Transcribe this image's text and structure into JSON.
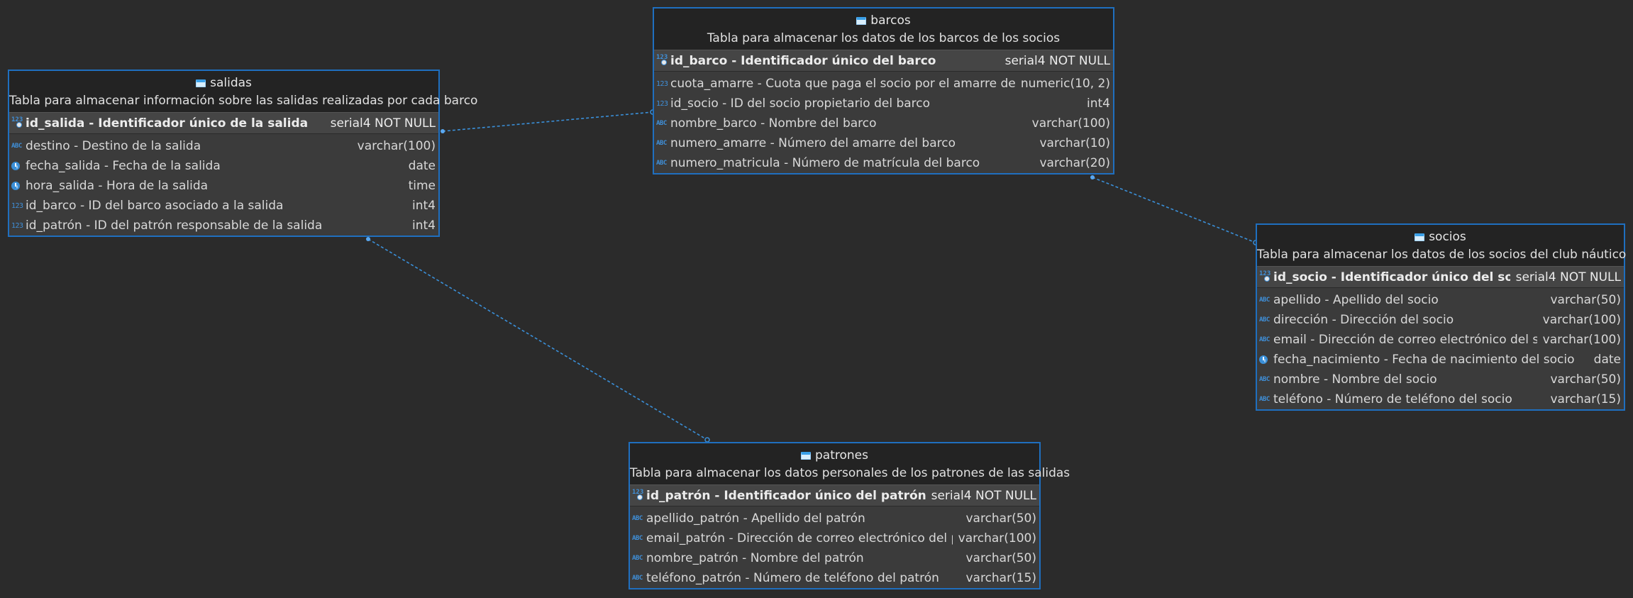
{
  "diagram": {
    "colors": {
      "background": "#2b2b2b",
      "border": "#1f6fbf",
      "connector": "#3a8fd8"
    },
    "tables": {
      "salidas": {
        "name": "salidas",
        "description": "Tabla para almacenar información sobre las salidas realizadas por cada barco",
        "pk": {
          "name": "id_salida - Identificador único de la salida",
          "type": "serial4 NOT NULL",
          "icon": "primary-key-icon"
        },
        "columns": [
          {
            "name": "destino - Destino de la salida",
            "type": "varchar(100)",
            "icon": "text-type-icon"
          },
          {
            "name": "fecha_salida - Fecha de la salida",
            "type": "date",
            "icon": "clock-icon"
          },
          {
            "name": "hora_salida - Hora de la salida",
            "type": "time",
            "icon": "clock-icon"
          },
          {
            "name": "id_barco - ID del barco asociado a la salida",
            "type": "int4",
            "icon": "numeric-type-icon"
          },
          {
            "name": "id_patrón - ID del patrón responsable de la salida",
            "type": "int4",
            "icon": "numeric-type-icon"
          }
        ]
      },
      "barcos": {
        "name": "barcos",
        "description": "Tabla para almacenar los datos de los barcos de los socios",
        "pk": {
          "name": "id_barco - Identificador único del barco",
          "type": "serial4 NOT NULL",
          "icon": "primary-key-icon"
        },
        "columns": [
          {
            "name": "cuota_amarre - Cuota que paga el socio por el amarre del barco",
            "type": "numeric(10, 2)",
            "icon": "numeric-type-icon"
          },
          {
            "name": "id_socio - ID del socio propietario del barco",
            "type": "int4",
            "icon": "numeric-type-icon"
          },
          {
            "name": "nombre_barco - Nombre del barco",
            "type": "varchar(100)",
            "icon": "text-type-icon"
          },
          {
            "name": "numero_amarre - Número del amarre del barco",
            "type": "varchar(10)",
            "icon": "text-type-icon"
          },
          {
            "name": "numero_matricula - Número de matrícula del barco",
            "type": "varchar(20)",
            "icon": "text-type-icon"
          }
        ]
      },
      "socios": {
        "name": "socios",
        "description": "Tabla para almacenar los datos de los socios del club náutico",
        "pk": {
          "name": "id_socio - Identificador único del socio",
          "type": "serial4 NOT NULL",
          "icon": "primary-key-icon"
        },
        "columns": [
          {
            "name": "apellido - Apellido del socio",
            "type": "varchar(50)",
            "icon": "text-type-icon"
          },
          {
            "name": "dirección - Dirección del socio",
            "type": "varchar(100)",
            "icon": "text-type-icon"
          },
          {
            "name": "email - Dirección de correo electrónico del socio",
            "type": "varchar(100)",
            "icon": "text-type-icon"
          },
          {
            "name": "fecha_nacimiento - Fecha de nacimiento del socio",
            "type": "date",
            "icon": "clock-icon"
          },
          {
            "name": "nombre - Nombre del socio",
            "type": "varchar(50)",
            "icon": "text-type-icon"
          },
          {
            "name": "teléfono - Número de teléfono del socio",
            "type": "varchar(15)",
            "icon": "text-type-icon"
          }
        ]
      },
      "patrones": {
        "name": "patrones",
        "description": "Tabla para almacenar los datos personales de los patrones de las salidas",
        "pk": {
          "name": "id_patrón - Identificador único del patrón",
          "type": "serial4 NOT NULL",
          "icon": "primary-key-icon"
        },
        "columns": [
          {
            "name": "apellido_patrón - Apellido del patrón",
            "type": "varchar(50)",
            "icon": "text-type-icon"
          },
          {
            "name": "email_patrón - Dirección de correo electrónico del patrón",
            "type": "varchar(100)",
            "icon": "text-type-icon"
          },
          {
            "name": "nombre_patrón - Nombre del patrón",
            "type": "varchar(50)",
            "icon": "text-type-icon"
          },
          {
            "name": "teléfono_patrón - Número de teléfono del patrón",
            "type": "varchar(15)",
            "icon": "text-type-icon"
          }
        ]
      }
    },
    "relations": [
      {
        "from": "salidas",
        "to": "barcos"
      },
      {
        "from": "barcos",
        "to": "socios"
      },
      {
        "from": "salidas",
        "to": "patrones"
      }
    ]
  }
}
